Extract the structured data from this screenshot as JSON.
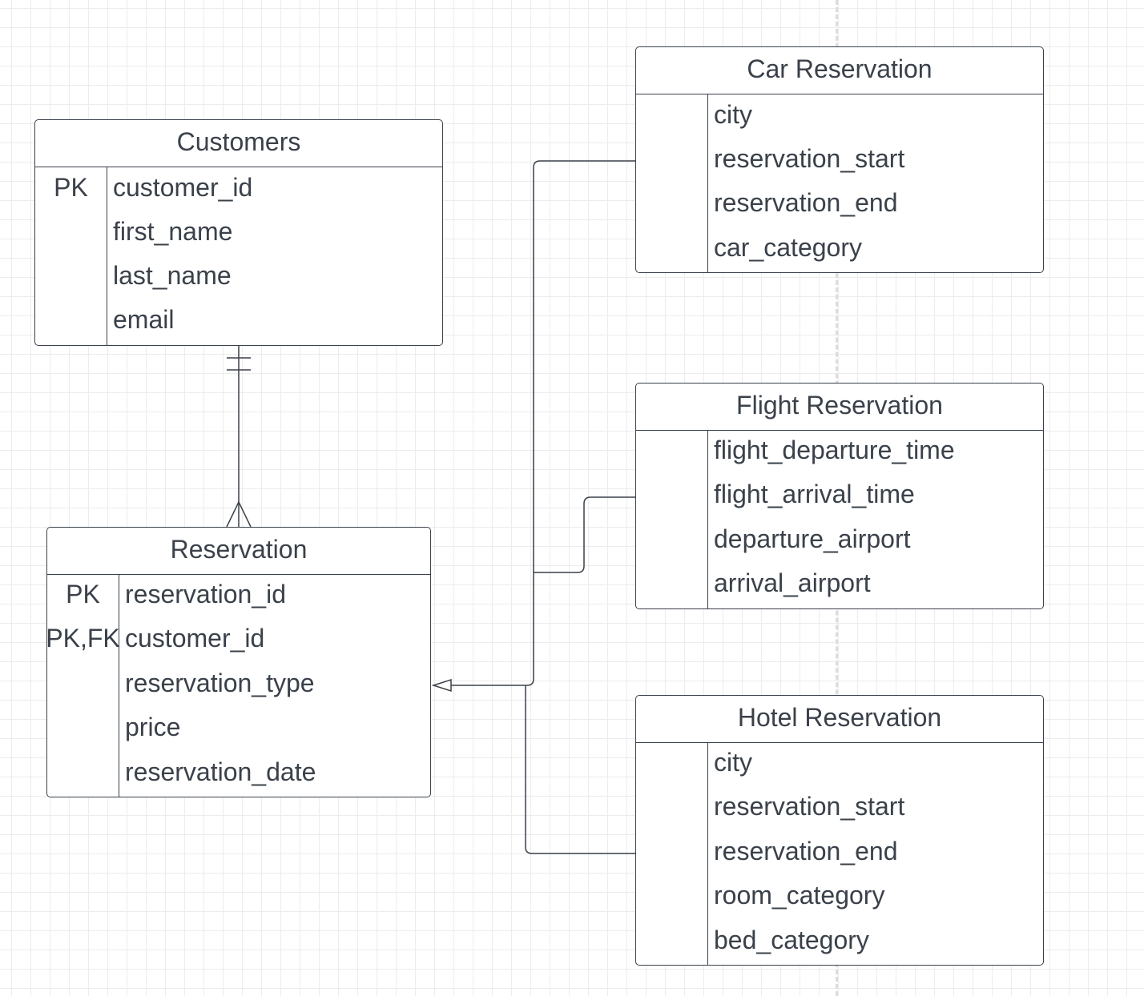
{
  "entities": {
    "customers": {
      "title": "Customers",
      "attributes": [
        {
          "key": "PK",
          "name": "customer_id"
        },
        {
          "key": "",
          "name": "first_name"
        },
        {
          "key": "",
          "name": "last_name"
        },
        {
          "key": "",
          "name": "email"
        }
      ]
    },
    "reservation": {
      "title": "Reservation",
      "attributes": [
        {
          "key": "PK",
          "name": "reservation_id"
        },
        {
          "key": "PK,FK",
          "name": "customer_id"
        },
        {
          "key": "",
          "name": "reservation_type"
        },
        {
          "key": "",
          "name": "price"
        },
        {
          "key": "",
          "name": "reservation_date"
        }
      ]
    },
    "car_reservation": {
      "title": "Car Reservation",
      "attributes": [
        {
          "key": "",
          "name": "city"
        },
        {
          "key": "",
          "name": "reservation_start"
        },
        {
          "key": "",
          "name": "reservation_end"
        },
        {
          "key": "",
          "name": "car_category"
        }
      ]
    },
    "flight_reservation": {
      "title": "Flight Reservation",
      "attributes": [
        {
          "key": "",
          "name": "flight_departure_time"
        },
        {
          "key": "",
          "name": "flight_arrival_time"
        },
        {
          "key": "",
          "name": "departure_airport"
        },
        {
          "key": "",
          "name": "arrival_airport"
        }
      ]
    },
    "hotel_reservation": {
      "title": "Hotel Reservation",
      "attributes": [
        {
          "key": "",
          "name": "city"
        },
        {
          "key": "",
          "name": "reservation_start"
        },
        {
          "key": "",
          "name": "reservation_end"
        },
        {
          "key": "",
          "name": "room_category"
        },
        {
          "key": "",
          "name": "bed_category"
        }
      ]
    }
  },
  "relationships": [
    {
      "from": "Customers",
      "to": "Reservation",
      "from_cardinality": "one-and-only-one",
      "to_cardinality": "many"
    },
    {
      "from": "Car Reservation",
      "to": "Reservation",
      "type": "generalization"
    },
    {
      "from": "Flight Reservation",
      "to": "Reservation",
      "type": "generalization"
    },
    {
      "from": "Hotel Reservation",
      "to": "Reservation",
      "type": "generalization"
    }
  ]
}
